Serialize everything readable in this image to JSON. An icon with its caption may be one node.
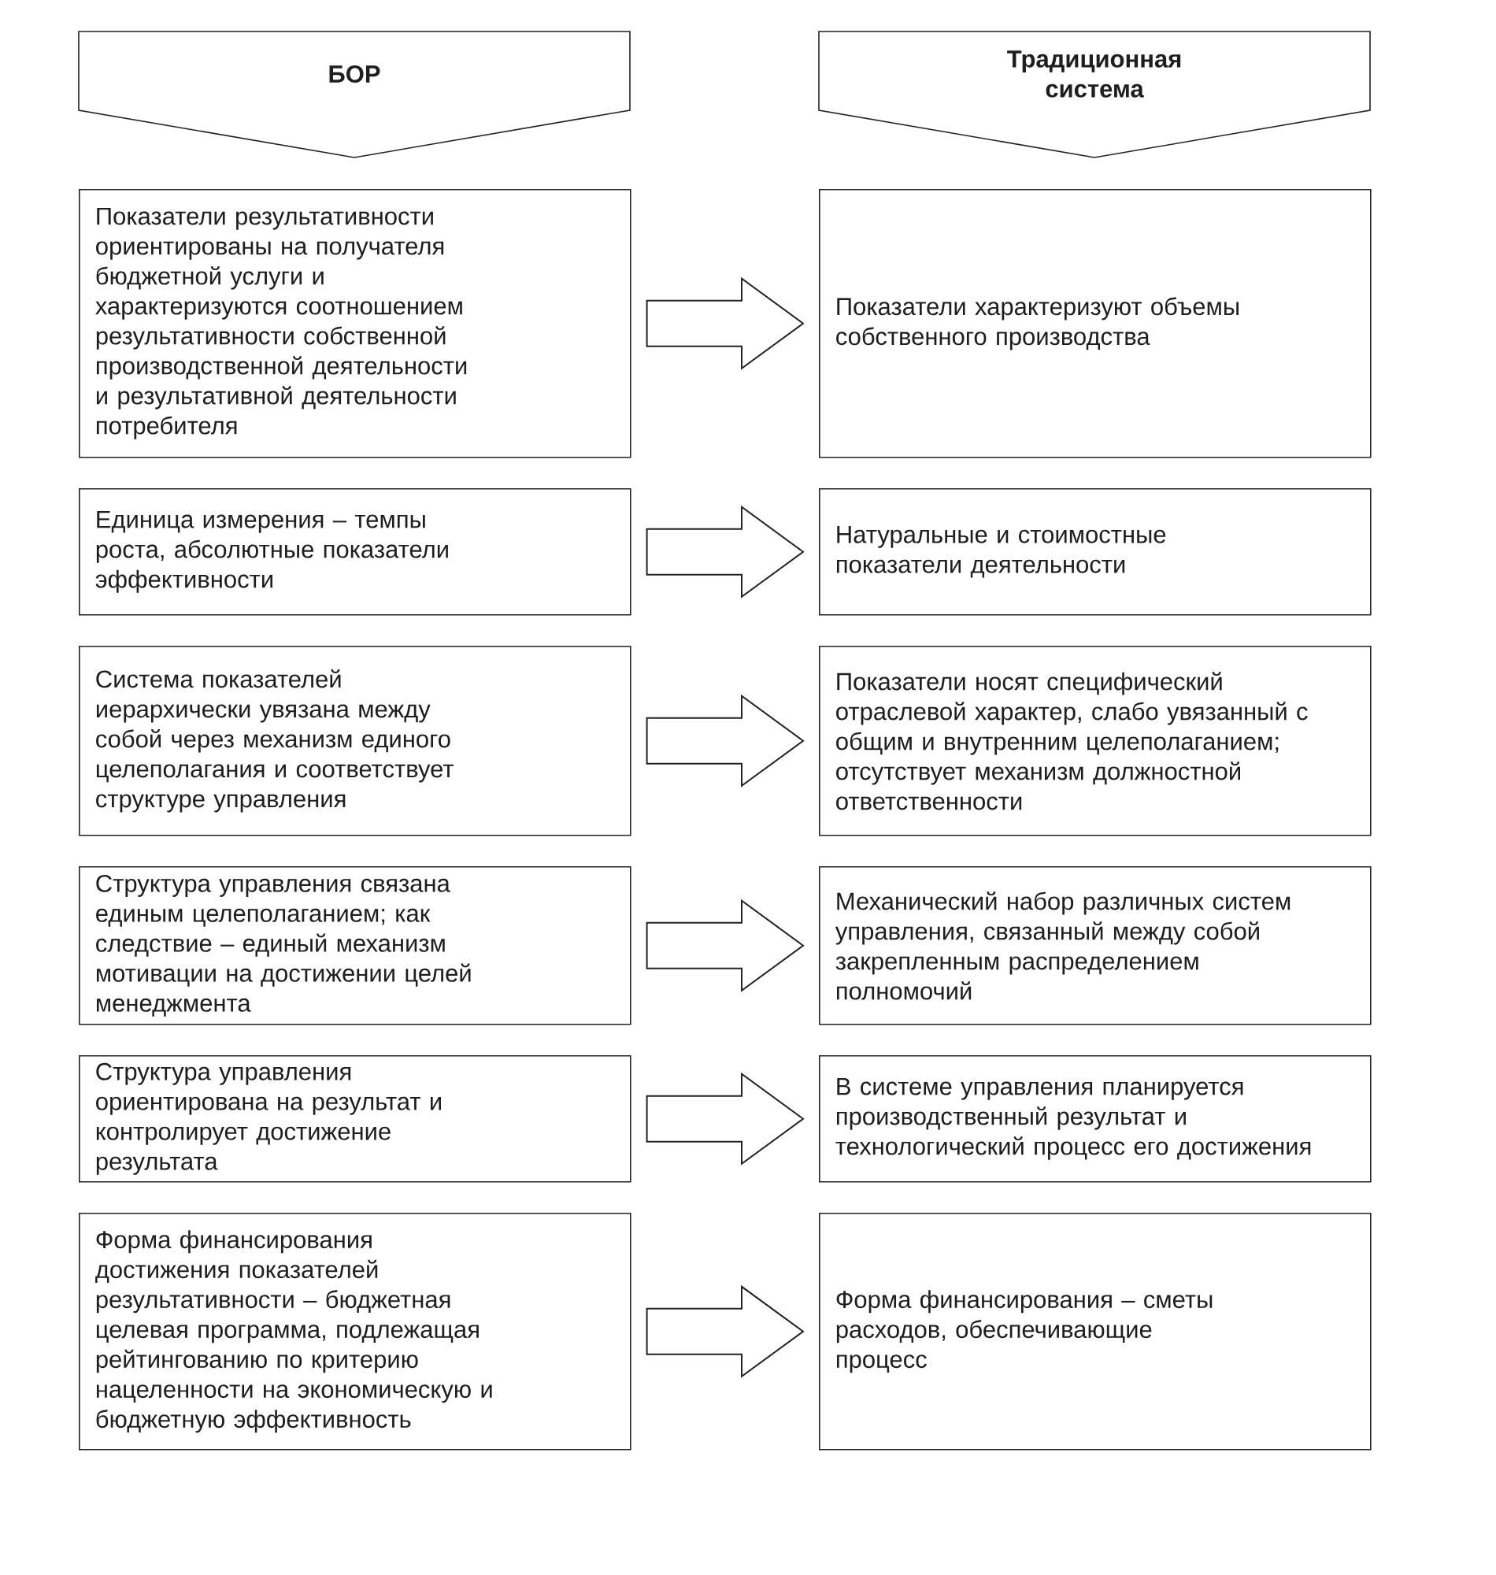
{
  "diagram": {
    "nodes": [
      {
        "text": [
          "БОР"
        ]
      },
      {
        "text": [
          "Традиционная система"
        ]
      },
      {
        "text": [
          "Показатели результативности ориентированы на получателя бюджетной услуги и характеризуются соотношением результативности собственной производственной деятельности и результативной деятельности потребителя"
        ]
      },
      {
        "text": [
          "Показатели характеризуют объемы собственного производства"
        ]
      },
      {
        "text": [
          "Единица измерения – темпы роста, абсолютные показатели эффективности"
        ]
      },
      {
        "text": [
          "Натуральные и стоимостные показатели деятельности"
        ]
      },
      {
        "text": [
          "Система показателей иерархически увязана между собой через механизм единого целеполагания и соответствует структуре управления"
        ]
      },
      {
        "text": [
          "Показатели носят специфический отраслевой характер, слабо увязанный с общим и внутренним целеполаганием; отсутствует механизм должностной ответственности"
        ]
      },
      {
        "text": [
          "Структура управления связана единым целеполаганием; как следствие – единый механизм мотивации на достижении целей менеджмента"
        ]
      },
      {
        "text": [
          "Механический набор различных систем управления, связанный между собой закрепленным распределением полномочий"
        ]
      },
      {
        "text": [
          "Структура управления ориентирована на результат и контролирует достижение результата"
        ]
      },
      {
        "text": [
          "В системе управления планируется производственный результат и технологический процесс его достижения"
        ]
      },
      {
        "text": [
          "Форма финансирования достижения показателей результативности – бюджетная целевая программа, подлежащая рейтингованию по критерию нацеленности на экономическую и бюджетную эффективность"
        ]
      },
      {
        "text": [
          "Форма финансирования – сметы расходов, обеспечивающие процесс"
        ]
      }
    ],
    "edges": [
      {
        "from": 2,
        "to": 3,
        "arrow": "to"
      },
      {
        "from": 4,
        "to": 5,
        "arrow": "to"
      },
      {
        "from": 6,
        "to": 7,
        "arrow": "to"
      },
      {
        "from": 8,
        "to": 9,
        "arrow": "to"
      },
      {
        "from": 10,
        "to": 11,
        "arrow": "to"
      },
      {
        "from": 12,
        "to": 13,
        "arrow": "to"
      }
    ]
  }
}
